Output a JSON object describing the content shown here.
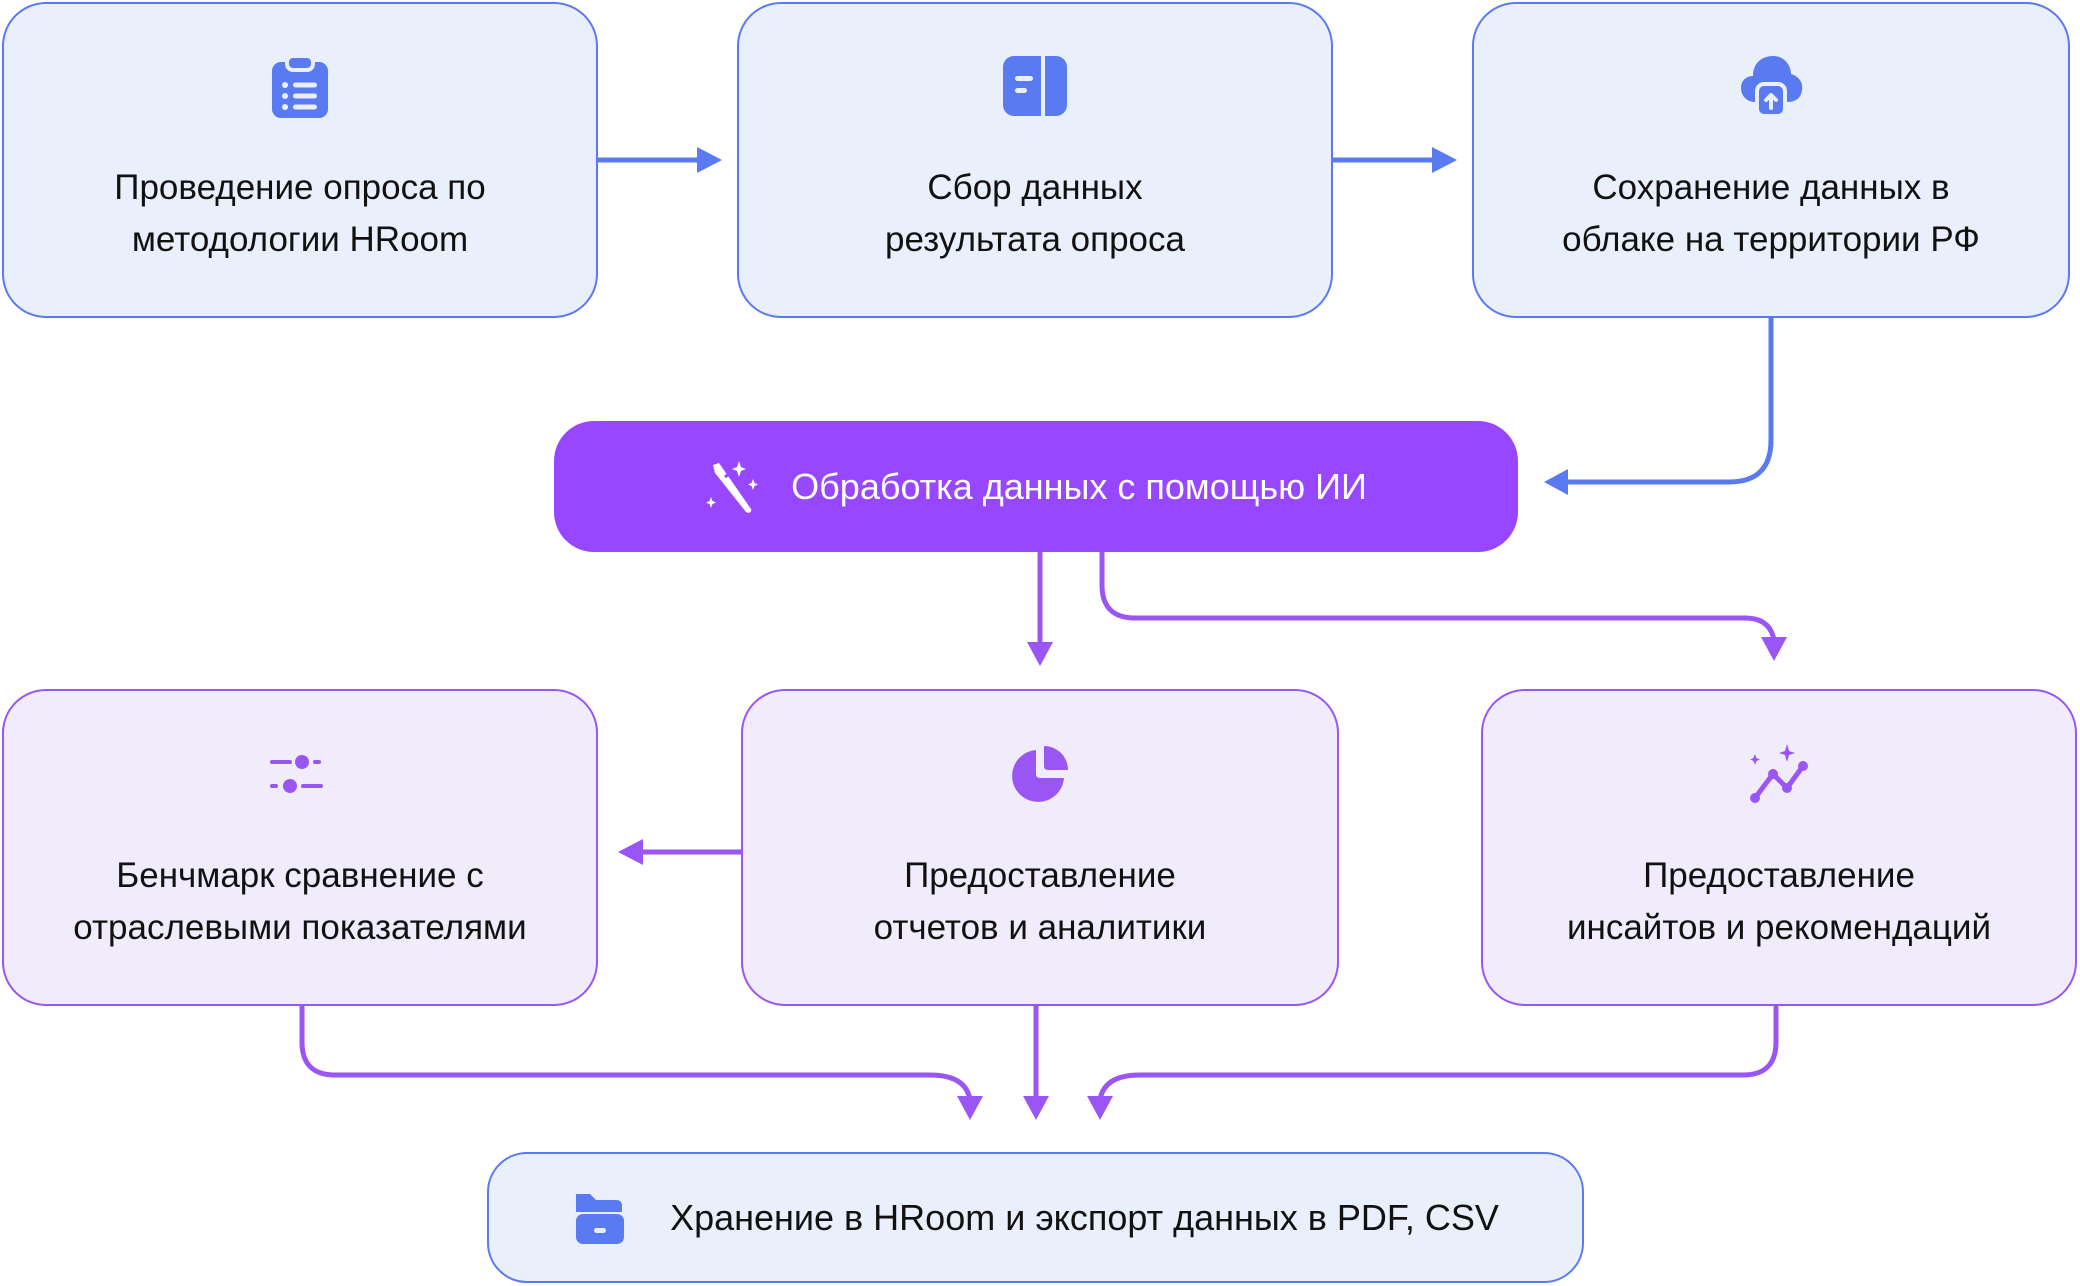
{
  "colors": {
    "blue_accent": "#5a7af2",
    "blue_fill": "#e9effb",
    "violet_accent": "#9a55f5",
    "violet_fill": "#f1ecfb",
    "ai_fill": "#9747ff"
  },
  "nodes": {
    "survey": {
      "label": "Проведение опроса по\nметодологии HRoom",
      "icon": "clipboard-list-icon"
    },
    "collect": {
      "label": "Сбор данных\nрезультата опроса",
      "icon": "document-panel-icon"
    },
    "cloud": {
      "label": "Сохранение данных в\nоблаке на территории РФ",
      "icon": "cloud-upload-icon"
    },
    "ai": {
      "label": "Обработка данных с помощью ИИ",
      "icon": "magic-wand-icon"
    },
    "benchmark": {
      "label": "Бенчмарк сравнение с\nотраслевыми показателями",
      "icon": "sliders-icon"
    },
    "reports": {
      "label": "Предоставление\nотчетов и аналитики",
      "icon": "pie-chart-icon"
    },
    "insights": {
      "label": "Предоставление\nинсайтов и рекомендаций",
      "icon": "sparkle-trend-icon"
    },
    "storage": {
      "label": "Хранение в HRoom и экспорт данных в PDF, CSV",
      "icon": "folder-icon"
    }
  },
  "edges": [
    {
      "from": "survey",
      "to": "collect"
    },
    {
      "from": "collect",
      "to": "cloud"
    },
    {
      "from": "cloud",
      "to": "ai"
    },
    {
      "from": "ai",
      "to": "reports"
    },
    {
      "from": "ai",
      "to": "insights"
    },
    {
      "from": "reports",
      "to": "benchmark"
    },
    {
      "from": "benchmark",
      "to": "storage"
    },
    {
      "from": "reports",
      "to": "storage"
    },
    {
      "from": "insights",
      "to": "storage"
    }
  ]
}
